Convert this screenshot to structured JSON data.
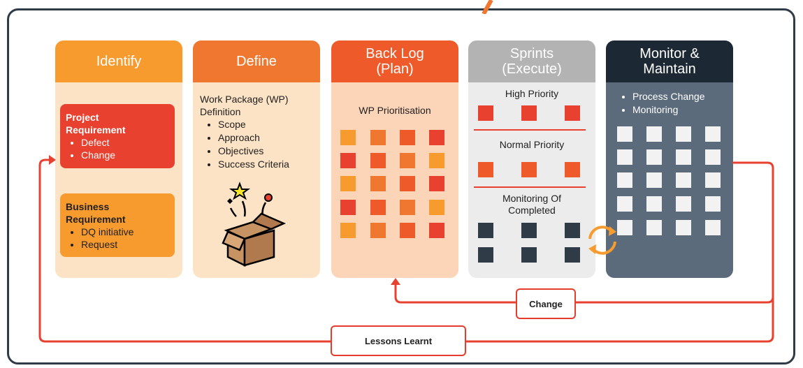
{
  "identify": {
    "title": "Identify",
    "project": {
      "title": "Project\nRequirement",
      "items": [
        "Defect",
        "Change"
      ]
    },
    "business": {
      "title": "Business\nRequirement",
      "items": [
        "DQ initiative",
        "Request"
      ]
    }
  },
  "define": {
    "title": "Define",
    "heading": "Work Package (WP)\nDefinition",
    "items": [
      "Scope",
      "Approach",
      "Objectives",
      "Success Criteria"
    ],
    "icon": "open-box-star-icon"
  },
  "backlog": {
    "title": "Back Log\n(Plan)",
    "subtitle": "WP Prioritisation"
  },
  "sprints": {
    "title": "Sprints\n(Execute)",
    "high": "High Priority",
    "normal": "Normal Priority",
    "monitoring": "Monitoring Of\nCompleted"
  },
  "monitor": {
    "title": "Monitor &\nMaintain",
    "items": [
      "Process Change",
      "Monitoring"
    ]
  },
  "loops": {
    "change": "Change",
    "lessons": "Lessons Learnt"
  },
  "colors": {
    "orange": "#f79b2e",
    "orange_dark": "#f0772f",
    "red_orange": "#ee5a2a",
    "red": "#e8412f",
    "grey": "#b3b3b3",
    "navy": "#1c2833",
    "slate": "#5b6b7b",
    "dark_square": "#2f3b47",
    "pale": "#fde3c6"
  }
}
